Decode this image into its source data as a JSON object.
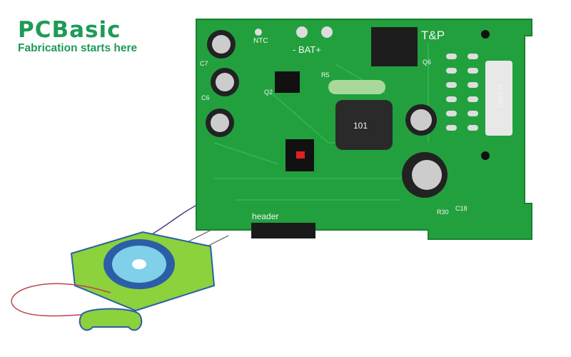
{
  "logo": {
    "brand": "PCBasic",
    "tagline": "Fabrication starts here"
  },
  "board_labels": {
    "ntc": "NTC",
    "bat": "- BAT+",
    "tp": "T&P",
    "header": "header",
    "c7": "C7",
    "c6": "C6",
    "q2": "Q2",
    "r5": "R5",
    "q6": "Q6",
    "r30": "R30",
    "c18": "C18",
    "inductor": "101",
    "fuse": "UMT-H"
  },
  "colors": {
    "brand": "#1f9a57",
    "pcb": "#22a03e",
    "console": "#8bd23c"
  }
}
